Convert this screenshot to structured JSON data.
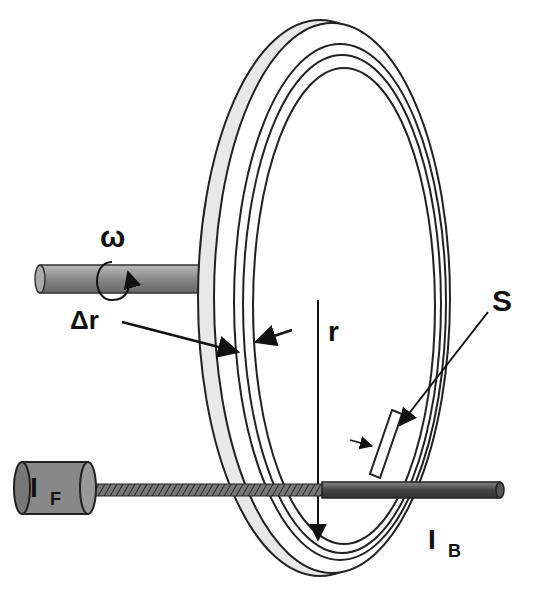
{
  "diagram": {
    "labels": [
      "ω",
      "Δr",
      "r",
      "S",
      "I",
      "F",
      "I",
      "B"
    ]
  }
}
